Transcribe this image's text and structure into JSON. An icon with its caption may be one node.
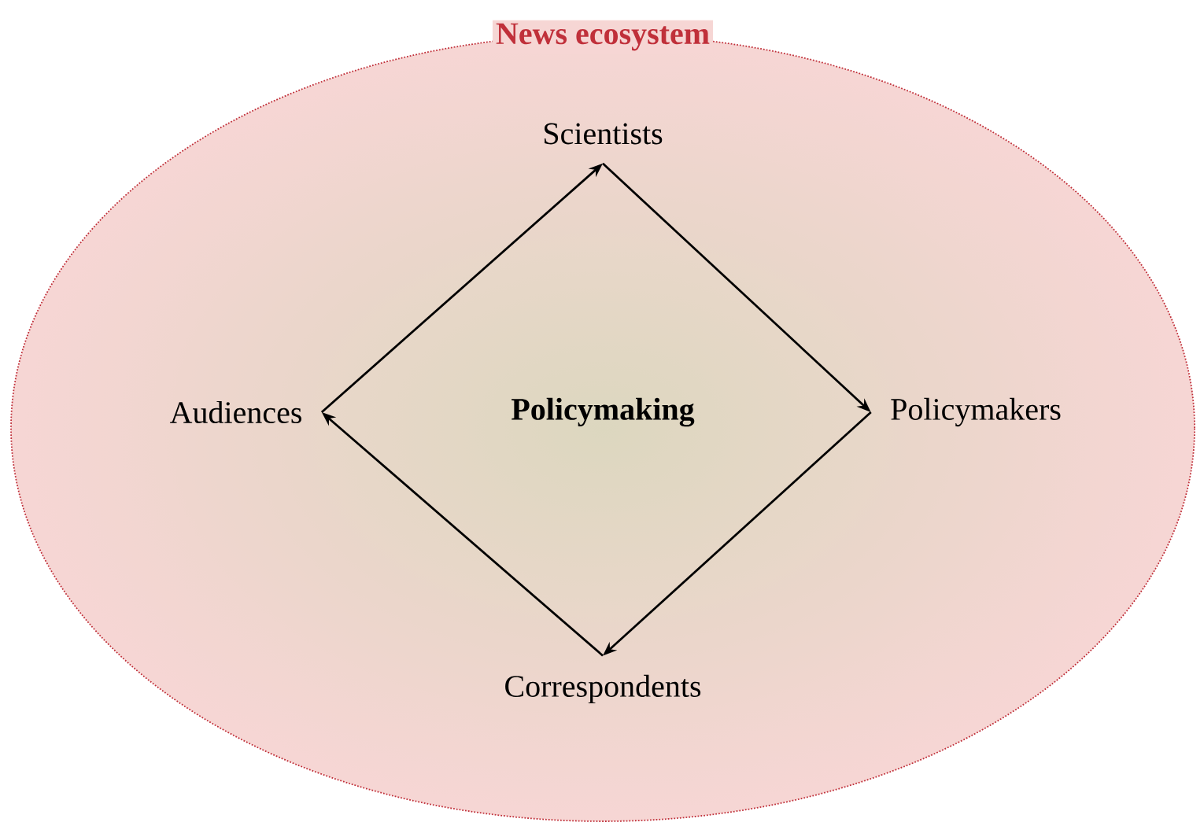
{
  "diagram": {
    "nodes": [
      {
        "text": [
          "News ecosystem"
        ]
      },
      {
        "text": [
          "Policymaking"
        ],
        "in": 0
      },
      {
        "text": [
          "Scientists"
        ],
        "in": 0
      },
      {
        "text": [
          "Policymakers"
        ],
        "in": 0
      },
      {
        "text": [
          "Correspondents"
        ],
        "in": 0
      },
      {
        "text": [
          "Audiences"
        ],
        "in": 0
      }
    ],
    "edges": [
      {
        "from": 5,
        "to": 2,
        "arrow": "to"
      },
      {
        "from": 2,
        "to": 3,
        "arrow": "to"
      },
      {
        "from": 3,
        "to": 4,
        "arrow": "to"
      },
      {
        "from": 4,
        "to": 5,
        "arrow": "to"
      }
    ]
  }
}
